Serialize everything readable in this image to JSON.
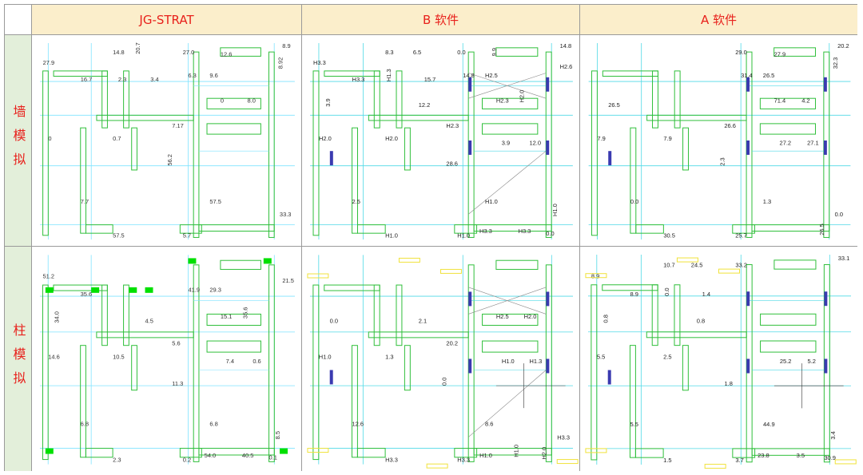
{
  "header": {
    "columns": [
      "JG-STRAT",
      "B 软件",
      "A 软件"
    ]
  },
  "rows": [
    "墙模拟",
    "柱模拟"
  ],
  "colors": {
    "header_bg": "#fbeecb",
    "row_header_bg": "#e3efda",
    "header_text": "#e8211c",
    "wall_outline": "#2fbf3a",
    "axis_line": "#4fd9e6",
    "jg_axis_line": "#7fe3ff",
    "column_fill": "#00e000",
    "yellow_label": "#f0e23a",
    "wall_thick": "#3a3ab0",
    "red_label": "#ff2020"
  },
  "panels": {
    "jg_wall": {
      "labels": [
        "27.9",
        "16.7",
        "2.3",
        "3.4",
        "14.8",
        "20.7",
        "27.0",
        "8.9",
        "12.6",
        "6.3",
        "9.6",
        "8.92",
        "7.17",
        "0",
        "8.0",
        "0",
        "0.7",
        "56.2",
        "7.7",
        "57.5",
        "33.3",
        "57.5",
        "5.7"
      ]
    },
    "b_wall": {
      "labels": [
        "15.7",
        "8.3",
        "6.5",
        "0.0",
        "14.8",
        "9.9",
        "14.8",
        "H2.5",
        "H2.6",
        "H2.3",
        "H2.3",
        "H2.0",
        "H2.0",
        "H2.0",
        "28.6",
        "2.5",
        "H1.0",
        "H1.0",
        "H1.0",
        "H1.0",
        "0.0",
        "3.9",
        "12.0",
        "3.9",
        "12.2",
        "H3.3",
        "H3.3",
        "H3.3",
        "H3.3",
        "H1.3"
      ]
    },
    "a_wall": {
      "labels": [
        "29.0",
        "20.2",
        "27.9",
        "31.4",
        "26.5",
        "32.3",
        "26.6",
        "71.4",
        "4.2",
        "7.9",
        "7.9",
        "2.3",
        "0.0",
        "1.3",
        "0.0",
        "30.5",
        "25.7",
        "26.5",
        "27.2",
        "27.1",
        "26.5"
      ]
    },
    "jg_col": {
      "labels": [
        "41.9",
        "29.3",
        "21.5",
        "5.6",
        "15.1",
        "35.6",
        "14.6",
        "10.5",
        "11.3",
        "6.8",
        "6.8",
        "8.5",
        "2.3",
        "0.2",
        "0.1",
        "7.4",
        "0.6",
        "34.0",
        "4.5",
        "54.0",
        "40.5",
        "51.2",
        "35.6"
      ]
    },
    "b_col": {
      "labels": [
        "20.2",
        "H2.5",
        "H2.0",
        "H1.0",
        "1.3",
        "0.0",
        "12.6",
        "8.6",
        "H3.3",
        "H3.3",
        "H3.3",
        "H2.0",
        "H1.0",
        "H1.3",
        "0.0",
        "2.1",
        "H1.0",
        "H1.0"
      ]
    },
    "a_col": {
      "labels": [
        "5.5",
        "2.5",
        "1.8",
        "5.5",
        "44.9",
        "3.4",
        "1.5",
        "3.7",
        "30.9",
        "25.2",
        "5.2",
        "0.8",
        "0.8",
        "23.8",
        "3.5",
        "8.9",
        "8.9",
        "0.0",
        "1.4",
        "10.7",
        "24.5",
        "33.2",
        "33.1"
      ]
    }
  }
}
